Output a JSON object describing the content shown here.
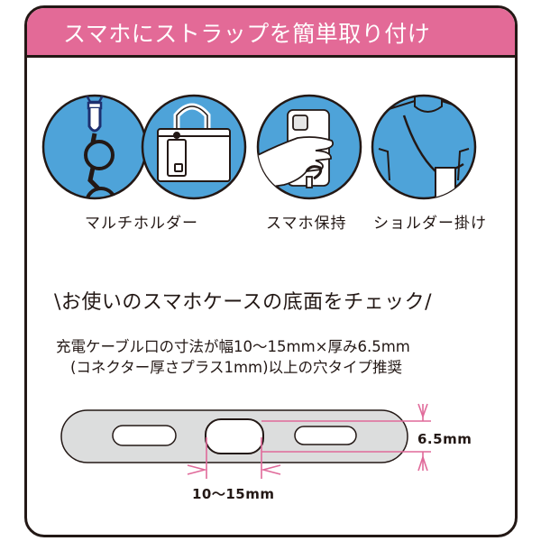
{
  "header": {
    "title": "スマホにストラップを簡単取り付け",
    "bg_color": "#e36a97"
  },
  "uses": [
    {
      "label": "マルチホルダー",
      "icon": "glasses-holder-icon"
    },
    {
      "label": "",
      "icon": "bag-holder-icon"
    },
    {
      "label": "スマホ保持",
      "icon": "hand-holding-phone-icon"
    },
    {
      "label": "ショルダー掛け",
      "icon": "shoulder-strap-icon"
    }
  ],
  "icon_colors": {
    "circle_fill": "#4ea3d9",
    "outline": "#231815"
  },
  "check": {
    "title": "\\お使いのスマホケースの底面をチェック/",
    "line1": "充電ケーブル口の寸法が幅10〜15mm×厚み6.5mm",
    "line2": "(コネクター厚さプラス1mm)以上の穴タイプ推奨"
  },
  "diagram": {
    "width_label": "10〜15mm",
    "thickness_label": "6.5mm",
    "dim_color": "#e06a9a",
    "case_fill": "#dcdddd"
  }
}
